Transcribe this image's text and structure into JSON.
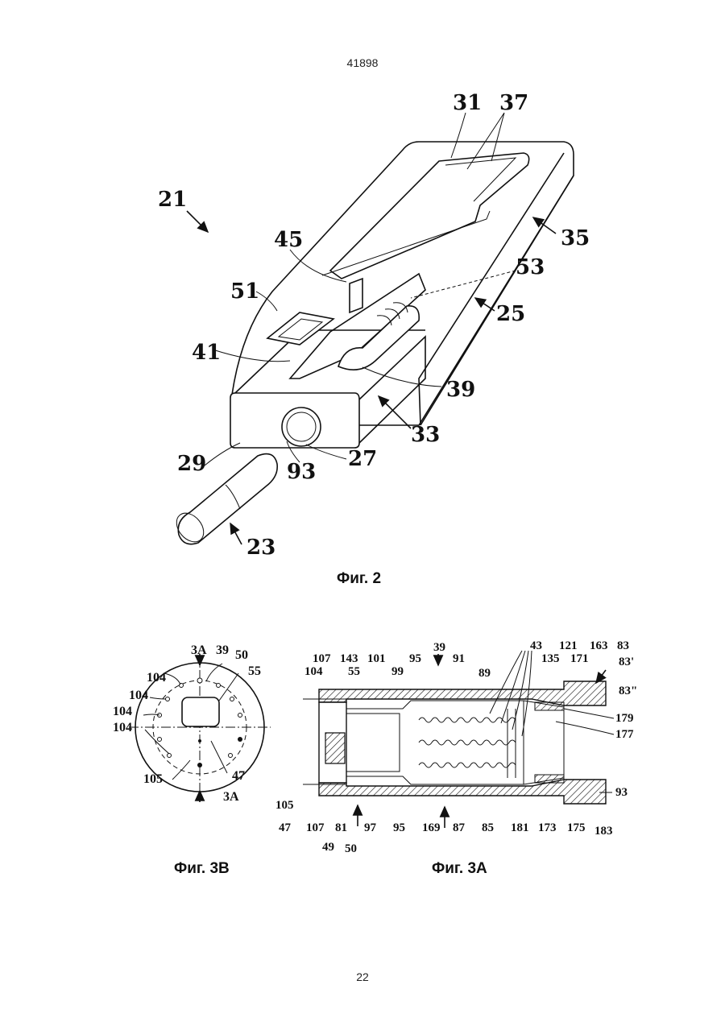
{
  "header": {
    "doc_number": "41898"
  },
  "footer": {
    "page_number": "22"
  },
  "figures": {
    "fig2": {
      "caption": "Фиг. 2",
      "labels": {
        "l21": "21",
        "l31": "31",
        "l37": "37",
        "l35": "35",
        "l45": "45",
        "l53": "53",
        "l51": "51",
        "l25": "25",
        "l41": "41",
        "l39": "39",
        "l33": "33",
        "l29": "29",
        "l27": "27",
        "l93": "93",
        "l23": "23"
      }
    },
    "fig3b": {
      "caption": "Фиг. 3В",
      "labels": {
        "l3A_top": "3A",
        "l39": "39",
        "l50": "50",
        "l55": "55",
        "l104a": "104",
        "l104b": "104",
        "l104c": "104",
        "l104d": "104",
        "l105": "105",
        "l47": "47",
        "l3A_bot": "3A"
      }
    },
    "fig3a": {
      "caption": "Фиг. 3А",
      "labels": {
        "l39": "39",
        "l43": "43",
        "l121": "121",
        "l163": "163",
        "l83": "83",
        "l83p": "83'",
        "l83pp": "83\"",
        "l107a": "107",
        "l143": "143",
        "l101": "101",
        "l95a": "95",
        "l91": "91",
        "l135": "135",
        "l171": "171",
        "l104": "104",
        "l55": "55",
        "l99": "99",
        "l89": "89",
        "l179": "179",
        "l177": "177",
        "l93": "93",
        "l105": "105",
        "l47": "47",
        "l107b": "107",
        "l81": "81",
        "l97": "97",
        "l95b": "95",
        "l169": "169",
        "l87": "87",
        "l85": "85",
        "l181": "181",
        "l173": "173",
        "l175": "175",
        "l183": "183",
        "l49": "49",
        "l50": "50"
      }
    }
  }
}
